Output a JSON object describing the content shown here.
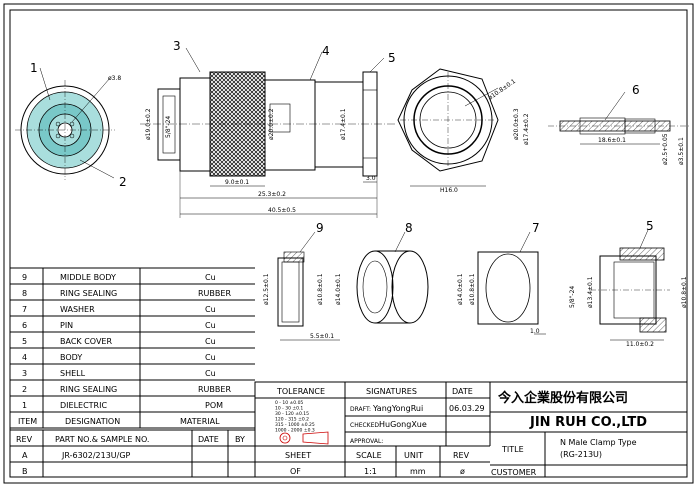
{
  "callouts": [
    "1",
    "2",
    "3",
    "4",
    "5",
    "6",
    "9",
    "8",
    "7",
    "5"
  ],
  "dims": {
    "front_d1": "ø3.8",
    "side_d1": "ø19.0±0.2",
    "side_thread": "5/8\"-24",
    "side_d2": "ø20.0±0.2",
    "side_d3": "ø17.4±0.1",
    "side_len1": "9.0±0.1",
    "side_len2": "3.0",
    "side_len3": "25.3±0.2",
    "side_len4": "40.5±0.5",
    "nut_d1": "ø10.8±0.1",
    "nut_d2": "ø20.0±0.3",
    "nut_d3": "ø17.4±0.2",
    "nut_hex": "H16.0",
    "pin_len": "18.6±0.1",
    "pin_d1": "ø2.5+0.05",
    "pin_d2": "ø3.5±0.1",
    "mb_d1": "ø12.5±0.1",
    "mb_d2": "ø10.8±0.1",
    "mb_d3": "ø14.0±0.1",
    "mb_len": "5.5±0.1",
    "ws_d1": "ø14.0±0.1",
    "ws_d2": "ø10.8±0.1",
    "ws_t": "1.0",
    "sh_thread": "5/8\"-24",
    "sh_d1": "ø13.4±0.1",
    "sh_d2": "ø10.8±0.1",
    "sh_len": "11.0±0.2"
  },
  "bom": {
    "rows": [
      {
        "item": "9",
        "designation": "MIDDLE BODY",
        "material": "Cu"
      },
      {
        "item": "8",
        "designation": "RING SEALING",
        "material": "RUBBER"
      },
      {
        "item": "7",
        "designation": "WASHER",
        "material": "Cu"
      },
      {
        "item": "6",
        "designation": "PIN",
        "material": "Cu"
      },
      {
        "item": "5",
        "designation": "BACK COVER",
        "material": "Cu"
      },
      {
        "item": "4",
        "designation": "BODY",
        "material": "Cu"
      },
      {
        "item": "3",
        "designation": "SHELL",
        "material": "Cu"
      },
      {
        "item": "2",
        "designation": "RING SEALING",
        "material": "RUBBER"
      },
      {
        "item": "1",
        "designation": "DIELECTRIC",
        "material": "POM"
      }
    ],
    "header": {
      "item": "ITEM",
      "designation": "DESIGNATION",
      "material": "MATERIAL"
    }
  },
  "rev": {
    "header": {
      "rev": "REV",
      "part": "PART NO.& SAMPLE NO.",
      "date": "DATE",
      "by": "BY"
    },
    "row_a": {
      "rev": "A",
      "part": "JR-6302/213U/GP"
    },
    "row_b": {
      "rev": "B"
    }
  },
  "tolerance": {
    "title": "TOLERANCE",
    "lines": [
      "0 - 10    ±0.05",
      "10 - 30   ±0.1",
      "30 - 120  ±0.15",
      "120 - 315 ±0.2",
      "315 - 1000 ±0.25",
      "1000 - 2000 ±0.3"
    ]
  },
  "signatures": {
    "title": "SIGNATURES",
    "draft_label": "DRAFT:",
    "draft_name": "YangYongRui",
    "checked_label": "CHECKED:",
    "checked_name": "HuGongXue",
    "approval_label": "APPROVAL:"
  },
  "date": {
    "title": "DATE",
    "value": "06.03.29"
  },
  "company": {
    "chinese": "今入企業股份有限公司",
    "english": "JIN RUH CO.,LTD"
  },
  "title_block": {
    "label": "TITLE",
    "value_line1": "N Male Clamp Type",
    "value_line2": "(RG-213U)",
    "customer": "CUSTOMER"
  },
  "sheet": {
    "label": "SHEET",
    "value": "OF"
  },
  "scale": {
    "label": "SCALE",
    "value": "1:1"
  },
  "unit": {
    "label": "UNIT",
    "value": "mm"
  },
  "revcol": {
    "label": "REV",
    "value": "ø"
  }
}
